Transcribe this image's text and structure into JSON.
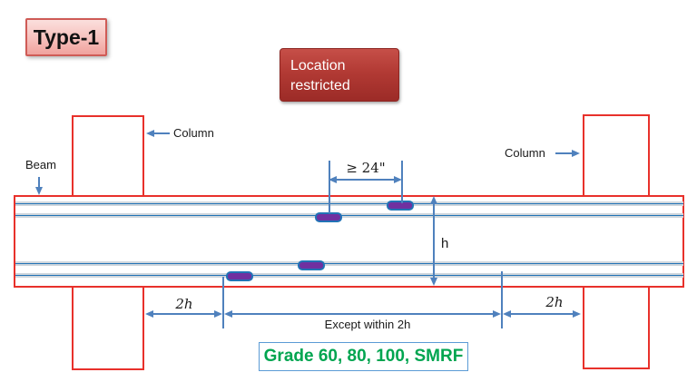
{
  "title_badge": {
    "label": "Type-1"
  },
  "restricted_badge": {
    "text": "Location restricted"
  },
  "callouts": {
    "beam": "Beam",
    "column_left": "Column",
    "column_right": "Column"
  },
  "dimensions": {
    "splice_stagger": "≥ 24\"",
    "beam_depth": "h",
    "left_zone": "2h",
    "right_zone": "2h",
    "splice_zone": "Except within 2h"
  },
  "grade_note": {
    "text": "Grade 60, 80, 100, SMRF"
  },
  "colors": {
    "outline_red": "#e8312b",
    "rebar_blue": "#2173b6",
    "dim_blue": "#4f81bd",
    "splice_purple": "#7030a0",
    "grade_green": "#00a550",
    "grade_border": "#5b9bd5",
    "halo_gray": "#cfd6dc"
  }
}
